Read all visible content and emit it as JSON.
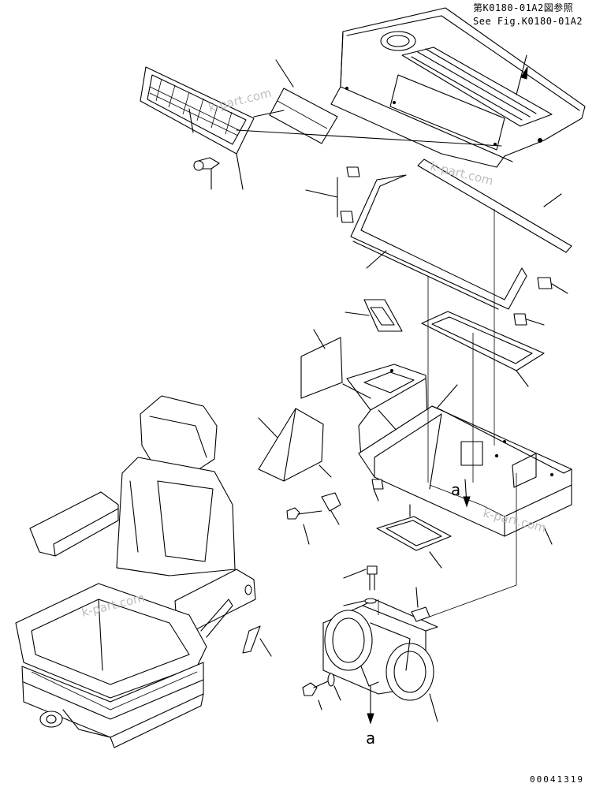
{
  "reference": {
    "line1": "第K0180-01A2図参照",
    "line2": "See Fig.K0180-01A2"
  },
  "callouts": {
    "upper": "a",
    "lower": "a"
  },
  "watermarks": [
    "k-part.com",
    "k-part.com",
    "k-part.com",
    "k-part.com"
  ],
  "document_id": "00041319"
}
